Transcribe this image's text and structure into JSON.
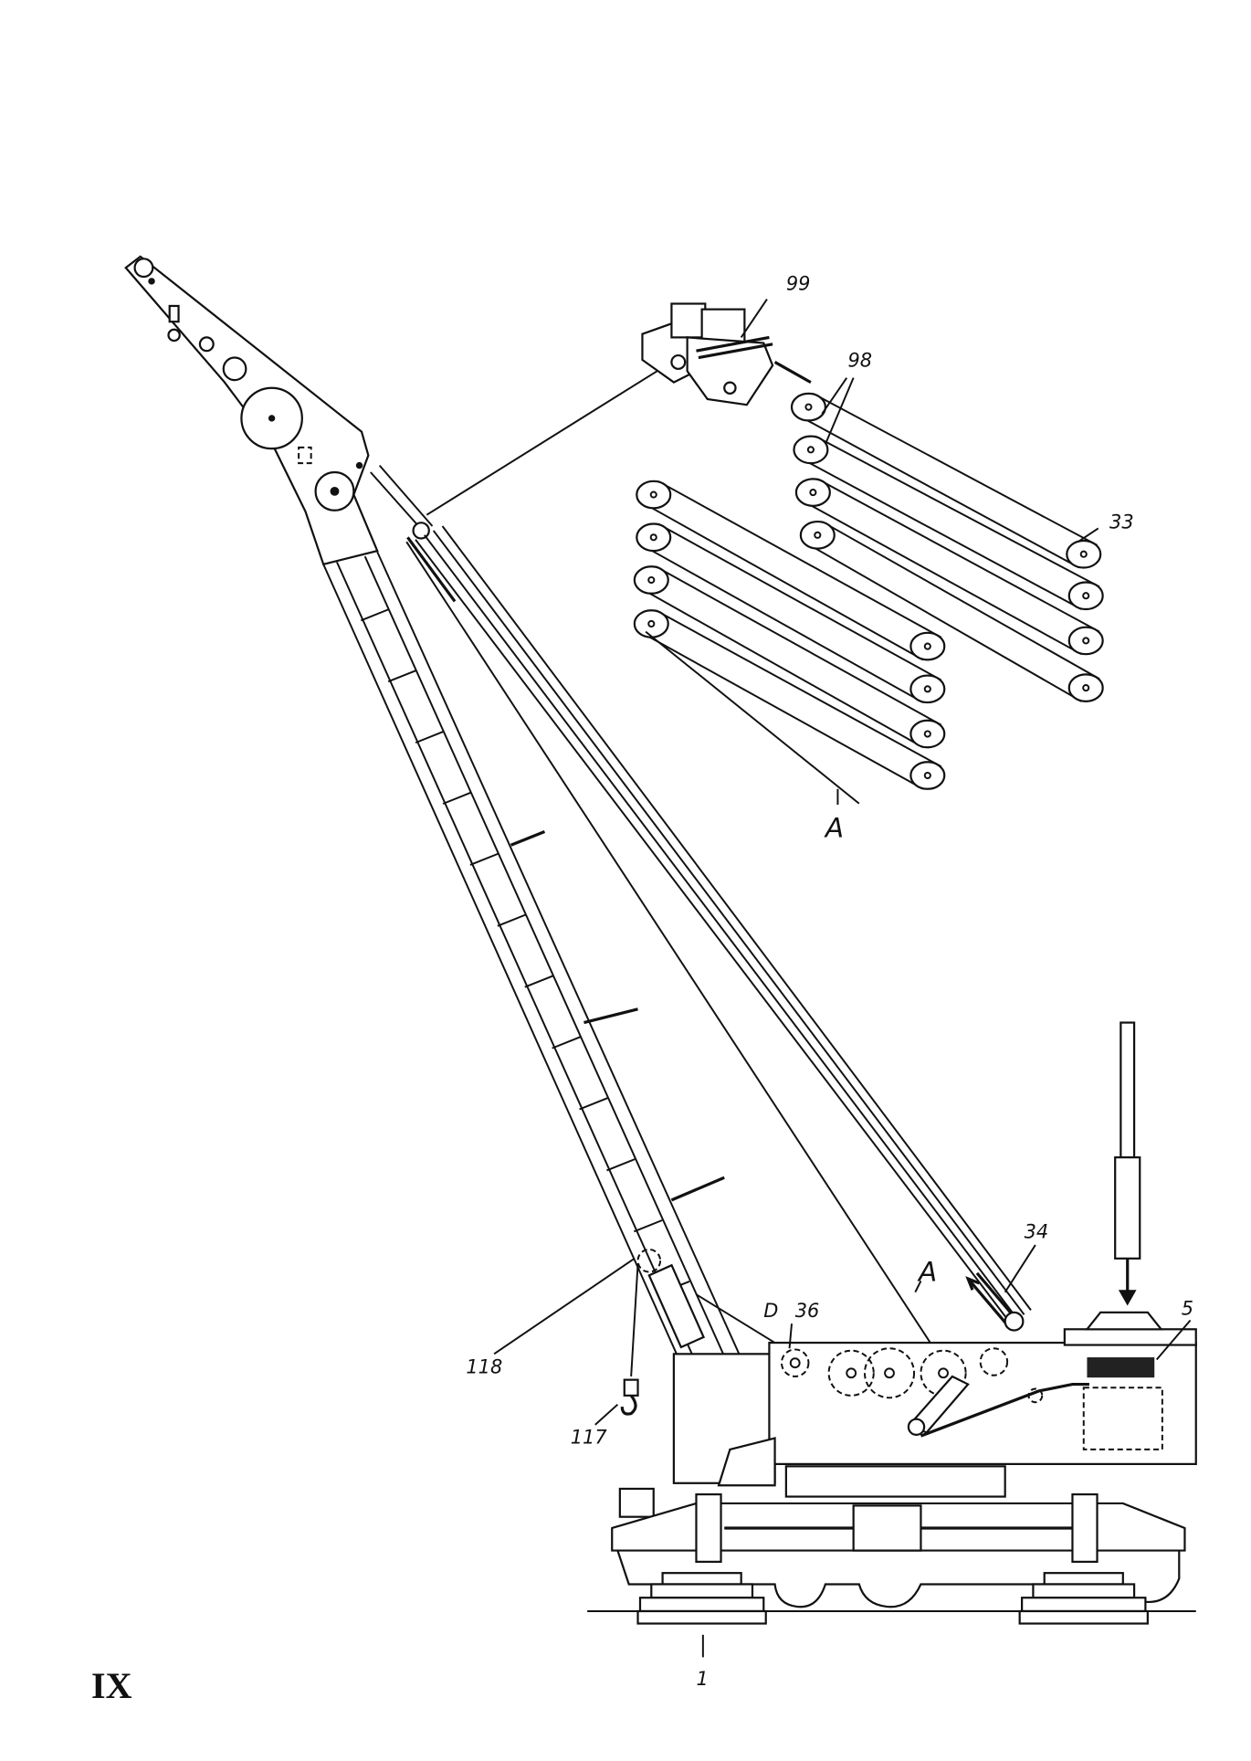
{
  "figure": {
    "page_label": "IX",
    "reference_numerals": {
      "block": "99",
      "sheaves": "98",
      "sheave_end": "33",
      "rope_A_upper": "A",
      "rope_A_lower": "A",
      "cylinder": "34",
      "strut": "D",
      "drum": "36",
      "rotary_unit": "5",
      "pulley": "118",
      "hook": "117",
      "pad": "1"
    }
  }
}
